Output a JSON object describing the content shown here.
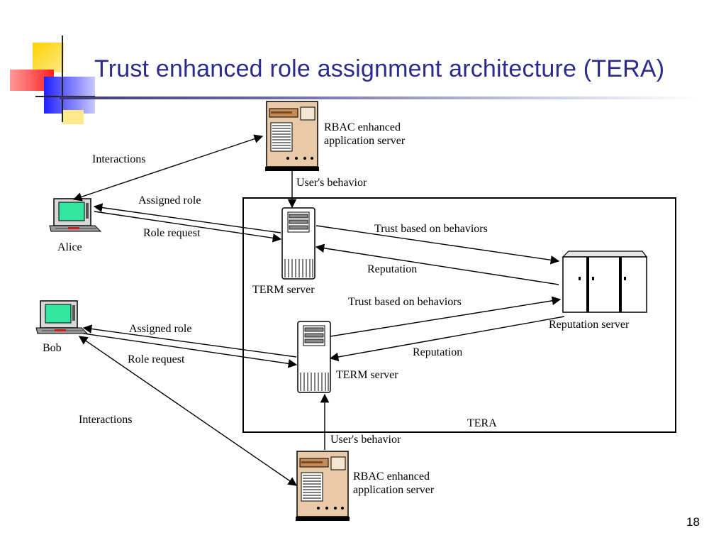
{
  "slide": {
    "title": "Trust enhanced role assignment architecture (TERA)",
    "page_number": "18"
  },
  "nodes": {
    "rbac_top": "RBAC enhanced\napplication server",
    "rbac_bottom": "RBAC enhanced\napplication server",
    "alice": "Alice",
    "bob": "Bob",
    "term_top": "TERM server",
    "term_bottom": "TERM server",
    "reputation_server": "Reputation server",
    "tera_box": "TERA"
  },
  "edges": {
    "interactions_top": "Interactions",
    "interactions_bottom": "Interactions",
    "users_behavior_top": "User's behavior",
    "users_behavior_bottom": "User's behavior",
    "assigned_role_top": "Assigned role",
    "assigned_role_bottom": "Assigned role",
    "role_request_top": "Role request",
    "role_request_bottom": "Role request",
    "trust_top": "Trust based on behaviors",
    "trust_bottom": "Trust based on behaviors",
    "reputation_top": "Reputation",
    "reputation_bottom": "Reputation"
  },
  "colors": {
    "title": "#2b2b8c",
    "screen": "#33e6a0",
    "server_body": "#e8c9a8",
    "server_front": "#d4a57a",
    "logo_yellow": "#ffd200",
    "logo_red": "#ff3030",
    "logo_blue": "#3a3aff"
  }
}
